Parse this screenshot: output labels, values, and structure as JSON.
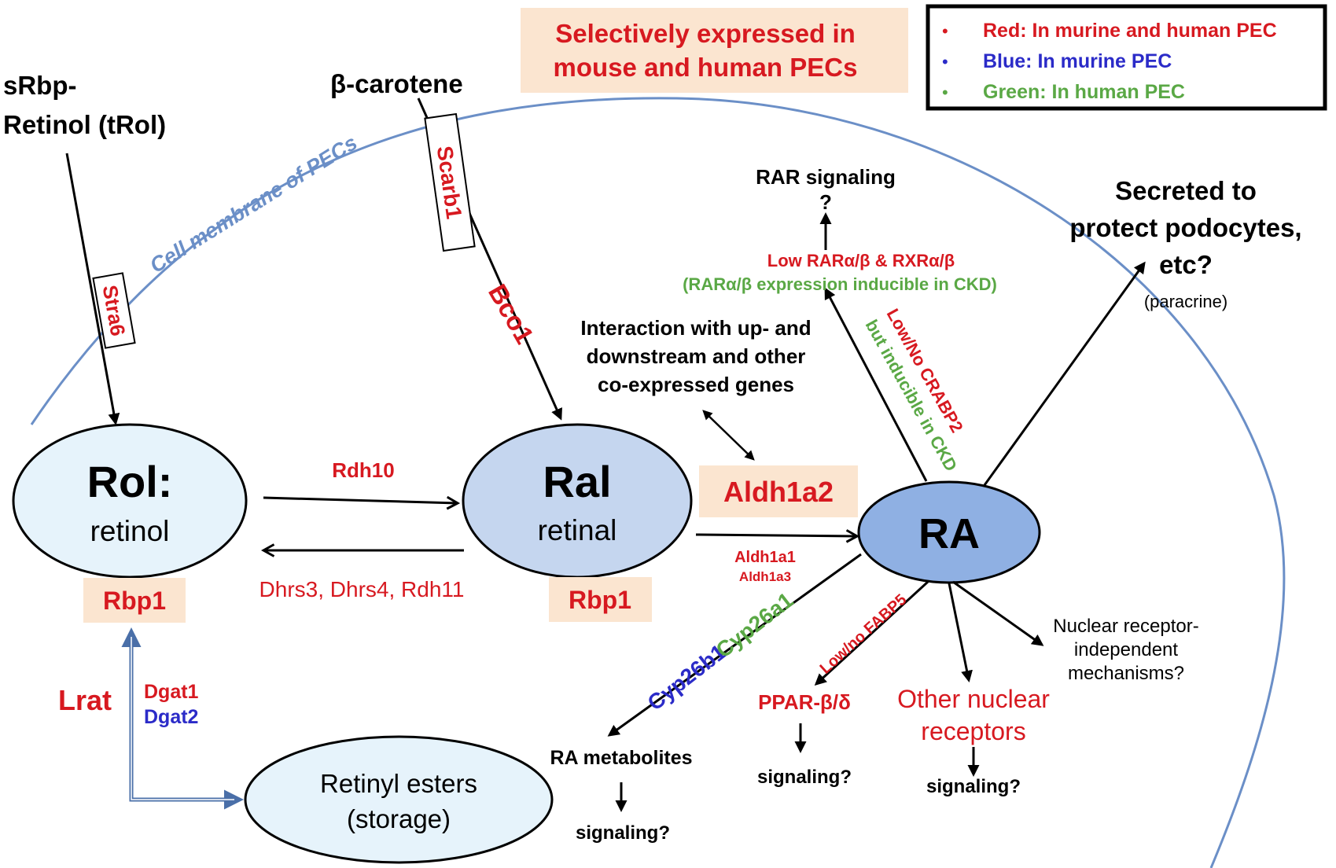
{
  "colors": {
    "red": "#d71920",
    "blue": "#2b2bc8",
    "green": "#5aa845",
    "black": "#000000",
    "membrane": "#6b8fc7",
    "highlight_bg": "#fbe5d0",
    "ellipse_light": "#e6f3fb",
    "ellipse_mid": "#c5d6ef",
    "ellipse_ra": "#8fb0e3"
  },
  "banner": {
    "line1": "Selectively expressed in",
    "line2": "mouse and human PECs"
  },
  "legend": {
    "items": [
      {
        "bullet": "•",
        "text": "Red: In murine and human PEC",
        "color": "#d71920"
      },
      {
        "bullet": "•",
        "text": "Blue: In murine PEC",
        "color": "#2b2bc8"
      },
      {
        "bullet": "•",
        "text": "Green: In human PEC",
        "color": "#5aa845"
      }
    ]
  },
  "inputs": {
    "srbp_line1": "sRbp-",
    "srbp_line2": "Retinol (tRol)",
    "beta_carotene": "β-carotene"
  },
  "membrane": {
    "label": "Cell membrane of PECs",
    "stra6": "Stra6",
    "scarb1": "Scarb1"
  },
  "nodes": {
    "rol": {
      "title": "Rol:",
      "subtitle": "retinol",
      "binding": "Rbp1"
    },
    "ral": {
      "title": "Ral",
      "subtitle": "retinal",
      "binding": "Rbp1"
    },
    "ra": {
      "title": "RA"
    },
    "esters": {
      "line1": "Retinyl esters",
      "line2": "(storage)"
    }
  },
  "enzymes": {
    "bco1": "Bco1",
    "rdh10": "Rdh10",
    "dhrs": "Dhrs3, Dhrs4, Rdh11",
    "aldh1a2": "Aldh1a2",
    "aldh1a1": "Aldh1a1",
    "aldh1a3": "Aldh1a3",
    "lrat": "Lrat",
    "dgat1": "Dgat1",
    "dgat2": "Dgat2",
    "cyp26b1": "Cyp26b1",
    "cyp26a1": "Cyp26a1"
  },
  "interaction": {
    "line1": "Interaction with up- and",
    "line2": "downstream and other",
    "line3": "co-expressed genes"
  },
  "rar": {
    "title": "RAR signaling",
    "question": "?",
    "low_receptors": "Low RARα/β & RXRα/β",
    "inducible": "(RARα/β expression inducible in CKD)",
    "crabp2": "Low/No CRABP2",
    "crabp2_inducible": "but inducible in CKD"
  },
  "secreted": {
    "line1": "Secreted to",
    "line2": "protect podocytes,",
    "line3": "etc?",
    "note": "(paracrine)"
  },
  "outputs": {
    "metabolites": "RA metabolites",
    "metabolites_signal": "signaling?",
    "fabp5": "Low/no FABP5",
    "ppar": "PPAR-β/δ",
    "ppar_signal": "signaling?",
    "other_line1": "Other nuclear",
    "other_line2": "receptors",
    "other_signal": "signaling?",
    "nri_line1": "Nuclear receptor-",
    "nri_line2": "independent",
    "nri_line3": "mechanisms?"
  }
}
